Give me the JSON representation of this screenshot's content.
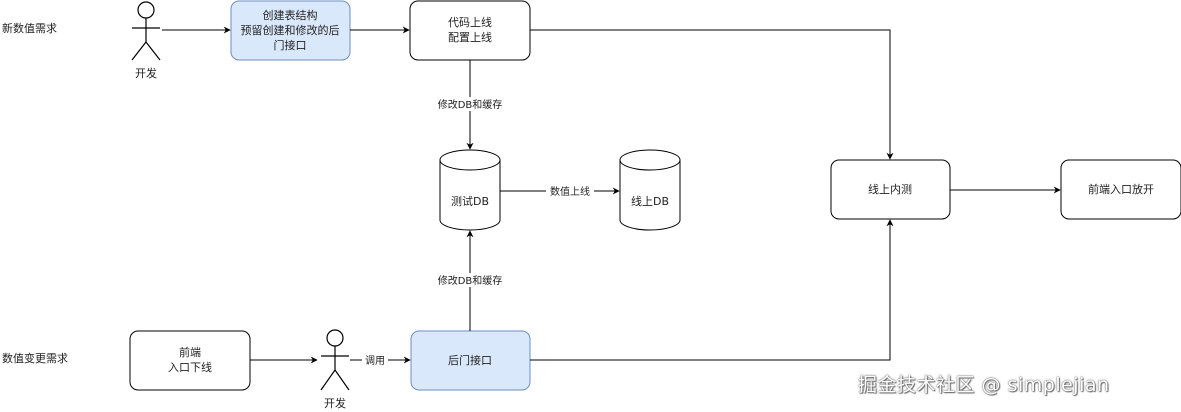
{
  "rows": {
    "new_value": "新数值需求",
    "change_value": "数值变更需求"
  },
  "actors": {
    "dev_top": "开发",
    "dev_bottom": "开发"
  },
  "nodes": {
    "create_table": [
      "创建表结构",
      "预留创建和修改的后",
      "门接口"
    ],
    "deploy_code": [
      "代码上线",
      "配置上线"
    ],
    "test_db": "测试DB",
    "online_db": "线上DB",
    "internal_test": "线上内测",
    "open_entry": "前端入口放开",
    "close_entry": [
      "前端",
      "入口下线"
    ],
    "backdoor_api": "后门接口"
  },
  "edges": {
    "modify_db_top": "修改DB和缓存",
    "value_online": "数值上线",
    "modify_db_bottom": "修改DB和缓存",
    "call": "调用"
  },
  "watermark": "掘金技术社区 @ simplejian",
  "colors": {
    "highlight_fill": "#dae8fc",
    "highlight_stroke": "#6c8ebf",
    "stroke": "#000000"
  }
}
